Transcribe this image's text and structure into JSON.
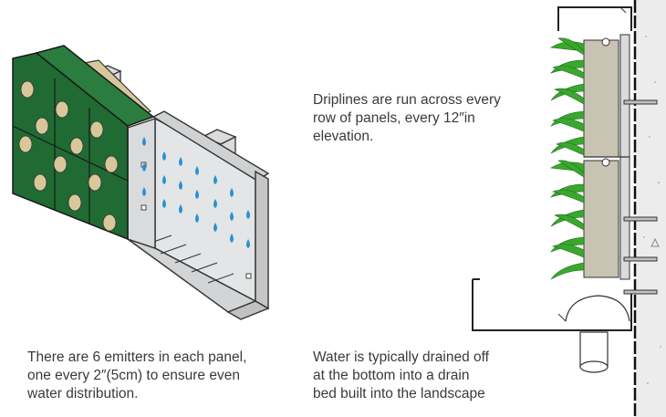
{
  "captions": {
    "driplines": {
      "lines": [
        "Driplines are run across every",
        "row of panels, every 12″in",
        "elevation."
      ]
    },
    "emitters": {
      "lines": [
        "There are 6 emitters in each panel,",
        "one every 2″(5cm) to ensure even",
        "water distribution."
      ]
    },
    "drain": {
      "lines": [
        "Water is typically drained off",
        "at the bottom into a drain",
        "bed built into the landscape"
      ]
    }
  },
  "colors": {
    "panel_green": "#1f6b33",
    "dot_tan": "#d8c79a",
    "steel": "#d9dbdc",
    "wall": "#ececec",
    "plant_green": "#3aa82e",
    "water_blue": "#2b8fd6",
    "board": "#c9c3b4"
  }
}
